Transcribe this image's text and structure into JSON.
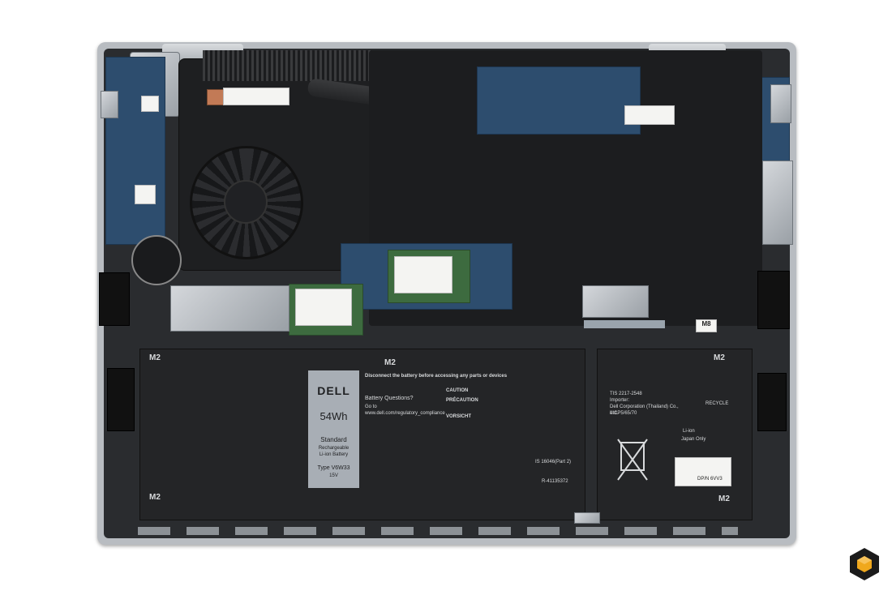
{
  "battery": {
    "brand": "DELL",
    "capacity": "54Wh",
    "standard": "Standard",
    "type_line1": "Rechargeable",
    "type_line2": "Li-ion Battery",
    "model": "Type V6W33",
    "voltage": "15V",
    "m2_label": "M2",
    "warning": "Disconnect the battery before accessing any parts or devices",
    "caution_title": "CAUTION",
    "precaution_title": "PRÉCAUTION",
    "vorsicht_title": "VORSICHT",
    "questions_title": "Battery Questions?",
    "questions_url": "Go to www.dell.com/regulatory_compliance",
    "is_code": "IS 16046(Part 2)",
    "r_code": "R-41135372",
    "tis_code": "TIS 2217-2548",
    "importer": "Importer:",
    "importer_name": "Dell Corporation (Thailand) Co., Ltd.",
    "cell_code": "4ICP5/65/70",
    "dp_code": "DP/N 6VV3",
    "recycle_text": "RECYCLE",
    "li_ion": "Li-ion",
    "japan_only": "Japan Only",
    "m8_label": "M8"
  },
  "m2_marks": [
    "M2",
    "M2",
    "M2",
    "M2",
    "M2"
  ],
  "colors": {
    "background": "#ffffff",
    "chassis": "#b8bcc1",
    "internal": "#2a2c2f",
    "pcb": "#2d4d6e",
    "accent_logo": "#f0a81c"
  }
}
